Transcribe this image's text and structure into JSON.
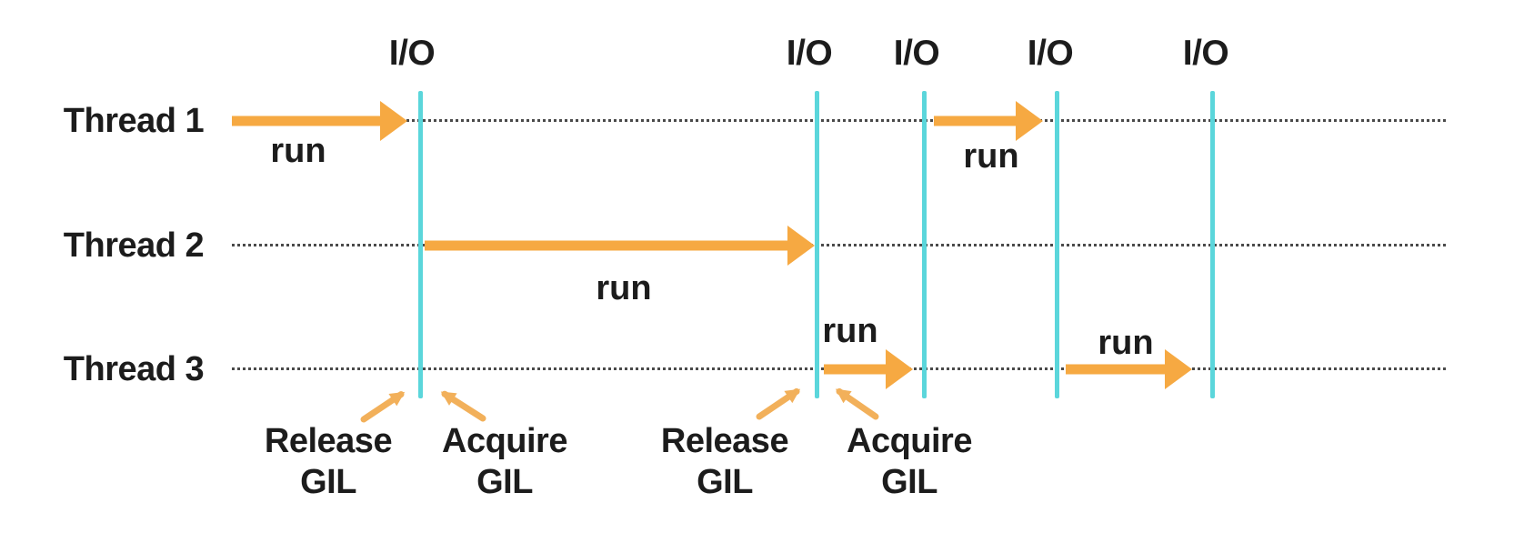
{
  "colors": {
    "arrow": "#F6A942",
    "annotation_arrow": "#F2B05A",
    "io_line": "#5BD6DB",
    "timeline": "#4A4A4A",
    "text": "#1C1C1C",
    "background": "#FFFFFF"
  },
  "threads": [
    {
      "label": "Thread 1"
    },
    {
      "label": "Thread 2"
    },
    {
      "label": "Thread 3"
    }
  ],
  "io_markers": [
    {
      "label": "I/O"
    },
    {
      "label": "I/O"
    },
    {
      "label": "I/O"
    },
    {
      "label": "I/O"
    },
    {
      "label": "I/O"
    }
  ],
  "run_segments": [
    {
      "label": "run"
    },
    {
      "label": "run"
    },
    {
      "label": "run"
    },
    {
      "label": "run"
    },
    {
      "label": "run"
    }
  ],
  "gil_annotations": [
    {
      "line1": "Release",
      "line2": "GIL"
    },
    {
      "line1": "Acquire",
      "line2": "GIL"
    },
    {
      "line1": "Release",
      "line2": "GIL"
    },
    {
      "line1": "Acquire",
      "line2": "GIL"
    }
  ]
}
